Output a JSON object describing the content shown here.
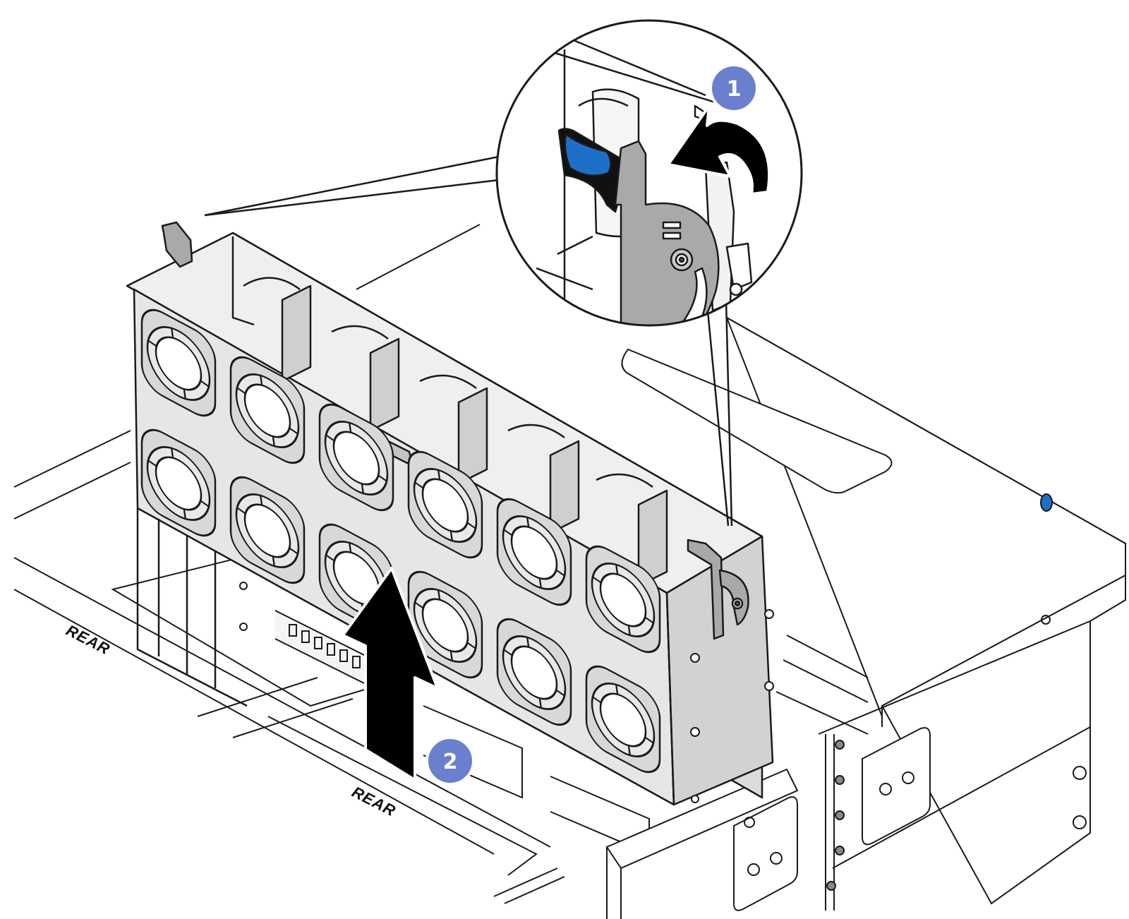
{
  "labels": {
    "rear_upper": "REAR",
    "rear_lower": "REAR"
  },
  "steps": [
    {
      "number": "1",
      "action": "rotate-latch-arrow"
    },
    {
      "number": "2",
      "action": "lift-up-arrow"
    }
  ],
  "colors": {
    "line": "#1a1a1a",
    "metal_fill": "#e4e4e4",
    "metal_dark": "#b9b9b9",
    "latch_fill": "#a9a9a9",
    "blue_tab": "#1e6fc8",
    "callout_badge": "#6b7fcf",
    "arrow": "#000000",
    "background": "#ffffff"
  },
  "icons": {
    "fan": "fan-icon",
    "latch": "latch-icon",
    "rotate_arrow": "rotate-arrow-icon",
    "lift_arrow": "up-arrow-icon",
    "magnifier": "detail-callout-circle"
  }
}
